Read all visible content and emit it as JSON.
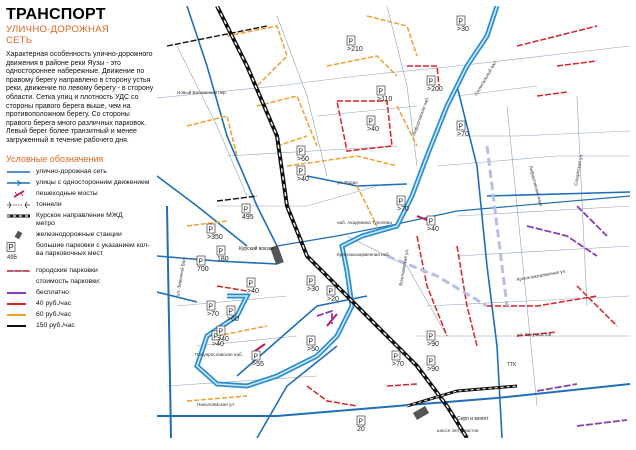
{
  "header": {
    "title": "ТРАНСПОРТ",
    "subtitle_line1": "УЛИЧНО-ДОРОЖНАЯ",
    "subtitle_line2": "СЕТЬ"
  },
  "description": "Характерная особенность улично-дорожного движения в районе реки Яузы - это одностороннее набережные. Движение по правому берегу направлено в сторону устья реки, движение по левому берегу - в сторону области. Сетка улиц и плотность УДС со стороны правого берега выше, чем на противоположном берегу. Со стороны правого берега много различных парковок. Левый берег более транзитный и менее загруженный в течение рабочего дня.",
  "legend": {
    "title": "Условные обозначения",
    "items": {
      "road_network": "улично-дорожная сеть",
      "one_way": "улицы с односторонним движением",
      "bridges": "пешеходные мосты",
      "tunnels": "тоннели",
      "railway": "Курское направление МЖД",
      "metro": "метро",
      "stations": "железнодорожные станции",
      "big_parking": "большие парковки с указанием кол-ва парковочных мест",
      "parking_sample": "495",
      "city_parking": "городские парковки",
      "cost_title": "стоимость парковки:",
      "free": "бесплатно",
      "p40": "40 руб./час",
      "p60": "60 руб./час",
      "p150": "150 руб./час"
    }
  },
  "colors": {
    "accent": "#e2661f",
    "road": "#1f6fb8",
    "river": "#2a8fd0",
    "rail": "#111111",
    "free": "#8a3fb0",
    "p40": "#d8232a",
    "p60": "#f0a032",
    "p150": "#111111",
    "pedestrian": "#c0185c",
    "tunnel": "#9aa6d8"
  },
  "map": {
    "parking": [
      {
        "num": ">210"
      },
      {
        "num": ">30"
      },
      {
        "num": ">200"
      },
      {
        "num": ">110"
      },
      {
        "num": ">40"
      },
      {
        "num": ">70"
      },
      {
        "num": ">60"
      },
      {
        "num": ">40"
      },
      {
        "num": ">70"
      },
      {
        "num": ">40"
      },
      {
        "num": "495"
      },
      {
        "num": ">350"
      },
      {
        "num": ">30"
      },
      {
        "num": "700"
      },
      {
        "num": "180"
      },
      {
        "num": ">40"
      },
      {
        "num": ">60"
      },
      {
        "num": ">70"
      },
      {
        "num": ">90"
      },
      {
        "num": ">20"
      },
      {
        "num": ">40"
      },
      {
        "num": ">55"
      },
      {
        "num": ">50"
      },
      {
        "num": ">70"
      },
      {
        "num": ">90"
      },
      {
        "num": "20"
      },
      {
        "num": ">40"
      }
    ],
    "labels": {
      "kursky": "Курский вокзал",
      "serp": "Серп и молот",
      "entuziastov": "шоссе Энтузиастов",
      "radio": "ул. Радио",
      "lefortovo_park": "Лефортовский парк",
      "zemlyanoy": "ул. Земляной Вал",
      "basmannaya": "Новый Басманный пер.",
      "tupolev": "наб. Академика Туполева",
      "krasnokazarm": "Красноказарменная наб.",
      "krasnokazarm_ul": "Красноказарменная ул.",
      "lefortovo_nab": "Лефортовская наб.",
      "vostochnaya": "Волочаевская ул.",
      "gospitalny": "Госпитальный вал",
      "soldatskaya": "Солдатская ул.",
      "ttk": "ТТК",
      "poluyaroslav": "Полуярославская наб.",
      "nikoloyamskaya": "Николоямская ул.",
      "ent2": "ул. Энтузиастов"
    }
  }
}
